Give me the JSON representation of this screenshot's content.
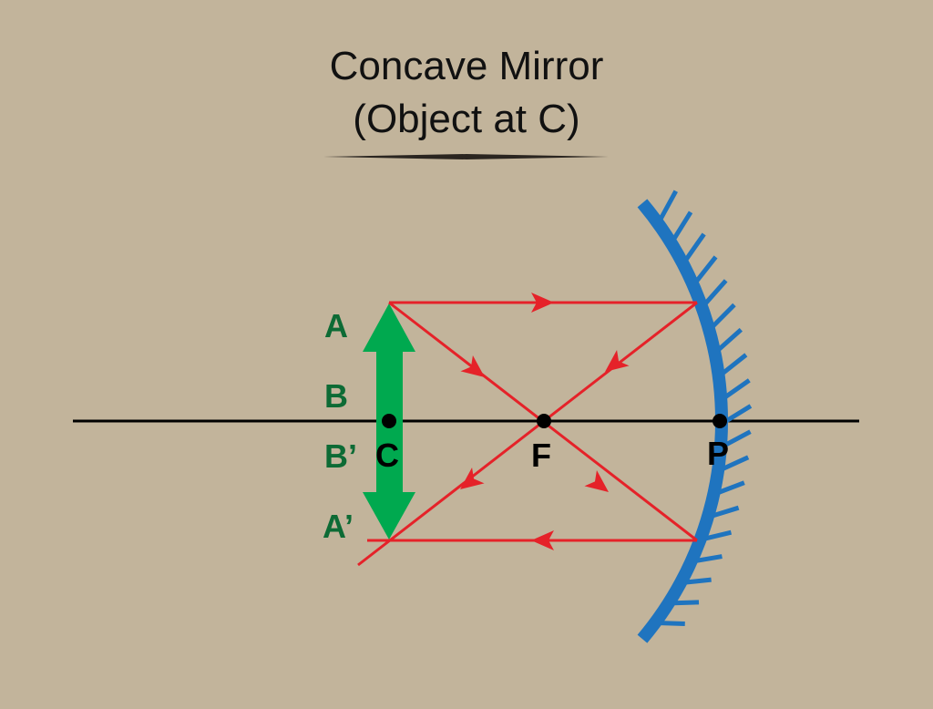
{
  "title_line1": "Concave Mirror",
  "title_line2": "(Object at C)",
  "labels": {
    "A": "A",
    "B": "B",
    "B_prime": "B’",
    "A_prime": "A’",
    "C": "C",
    "F": "F",
    "P": "P"
  },
  "colors": {
    "background": "#c2b49b",
    "mirror": "#1f74bf",
    "ray": "#e52229",
    "object": "#00a94f",
    "label_green": "#0d6b35",
    "axis": "#000000"
  }
}
